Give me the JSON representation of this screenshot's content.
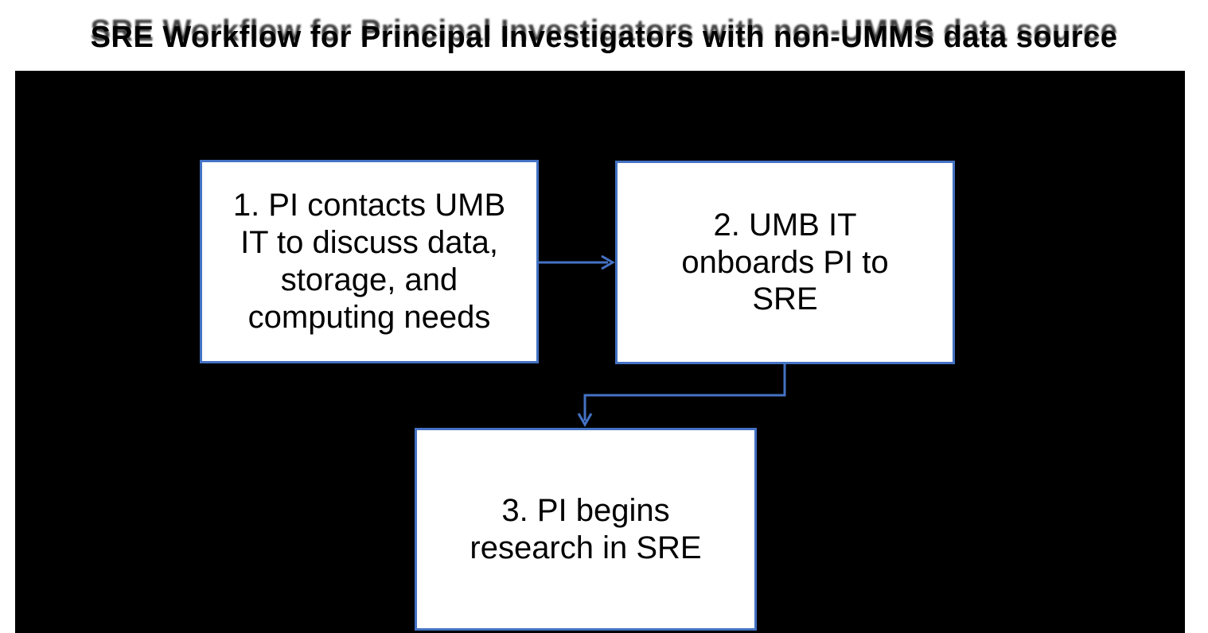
{
  "title": "SRE Workflow for Principal Investigators with non-UMMS data source",
  "diagram": {
    "nodes": [
      {
        "id": "step-1",
        "label": "1. PI contacts UMB\nIT to discuss data,\nstorage, and\ncomputing needs"
      },
      {
        "id": "step-2",
        "label": "2. UMB IT\nonboards PI to\nSRE"
      },
      {
        "id": "step-3",
        "label": "3. PI begins\nresearch in SRE"
      }
    ],
    "edges": [
      {
        "from": "step-1",
        "to": "step-2",
        "shape": "straight-right-arrow"
      },
      {
        "from": "step-2",
        "to": "step-3",
        "shape": "elbow-down-arrow"
      }
    ]
  },
  "colors": {
    "connector_blue": "#4472C4",
    "box_border_blue": "#4472C4",
    "box_fill": "#FFFFFF",
    "canvas_background": "#000000",
    "page_background": "#FFFFFF",
    "text_black": "#000000"
  }
}
